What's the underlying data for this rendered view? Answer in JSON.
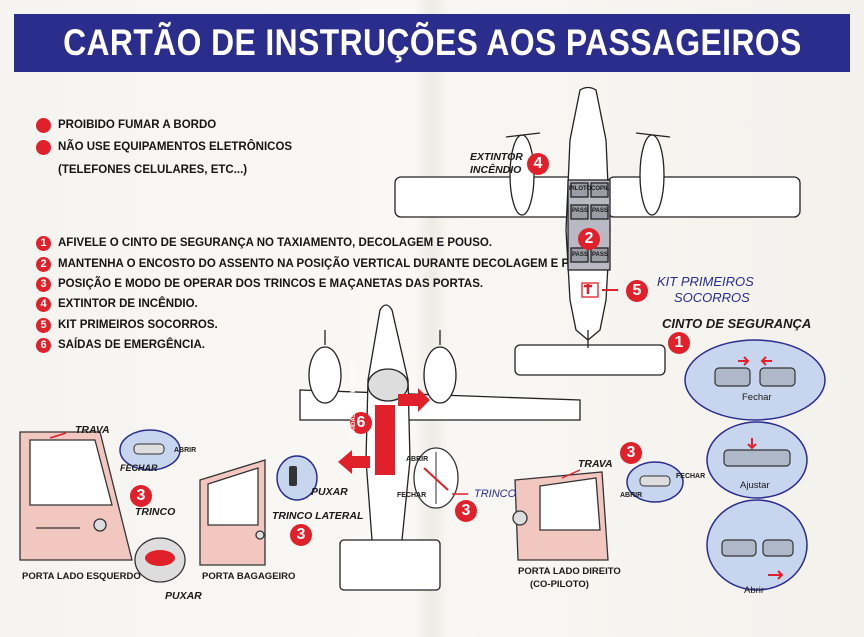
{
  "title": "CARTÃO DE INSTRUÇÕES AOS PASSAGEIROS",
  "warnings": [
    "PROIBIDO FUMAR A BORDO",
    "NÃO USE EQUIPAMENTOS ELETRÔNICOS",
    "(TELEFONES CELULARES, ETC...)"
  ],
  "instructions": [
    {
      "num": "1",
      "text": "AFIVELE O CINTO DE SEGURANÇA NO TAXIAMENTO, DECOLAGEM E POUSO."
    },
    {
      "num": "2",
      "text": "MANTENHA O ENCOSTO DO ASSENTO NA POSIÇÃO VERTICAL DURANTE DECOLAGEM E POUSO."
    },
    {
      "num": "3",
      "text": "POSIÇÃO E MODO DE OPERAR DOS TRINCOS E MAÇANETAS DAS PORTAS."
    },
    {
      "num": "4",
      "text": "EXTINTOR DE INCÊNDIO."
    },
    {
      "num": "5",
      "text": "KIT PRIMEIROS SOCORROS."
    },
    {
      "num": "6",
      "text": "SAÍDAS DE EMERGÊNCIA."
    }
  ],
  "plane_labels": {
    "extintor_1": "EXTINTOR",
    "extintor_2": "INCÊNDIO",
    "kit_1": "KIT PRIMEIROS",
    "kit_2": "SOCORROS",
    "seat_piloto": "PILOTO",
    "seat_copil": "COPIL",
    "seat_pass": "PASS",
    "num_extintor": "4",
    "num_seats": "2",
    "num_kit": "5",
    "num_exit": "6",
    "exit_text": "SAÍDAS DE EMERGÊNCIA"
  },
  "seatbelt": {
    "title": "CINTO DE SEGURANÇA",
    "num": "1",
    "fechar": "Fechar",
    "ajustar": "Ajustar",
    "abrir": "Abrir"
  },
  "doors": {
    "left_trava": "TRAVA",
    "left_abrir": "ABRIR",
    "left_fechar": "FECHAR",
    "left_trinco": "TRINCO",
    "left_num": "3",
    "left_caption": "PORTA LADO ESQUERDO",
    "left_puxar": "PUXAR",
    "bag_puxar": "PUXAR",
    "bag_trinco": "TRINCO LATERAL",
    "bag_num": "3",
    "bag_caption": "PORTA BAGAGEIRO",
    "mid_abrir": "ABRIR",
    "mid_fechar": "FECHAR",
    "mid_trinco": "TRINCO",
    "mid_num": "3",
    "right_trava": "TRAVA",
    "right_num": "3",
    "right_fechar": "FECHAR",
    "right_abrir": "ABRIR",
    "right_caption_1": "PORTA LADO DIREITO",
    "right_caption_2": "(CO-PILOTO)"
  },
  "colors": {
    "banner": "#2a2d8c",
    "accent_red": "#e0202a",
    "door_pink": "#f2c7c0",
    "circle_blue": "#c7d5ee"
  }
}
